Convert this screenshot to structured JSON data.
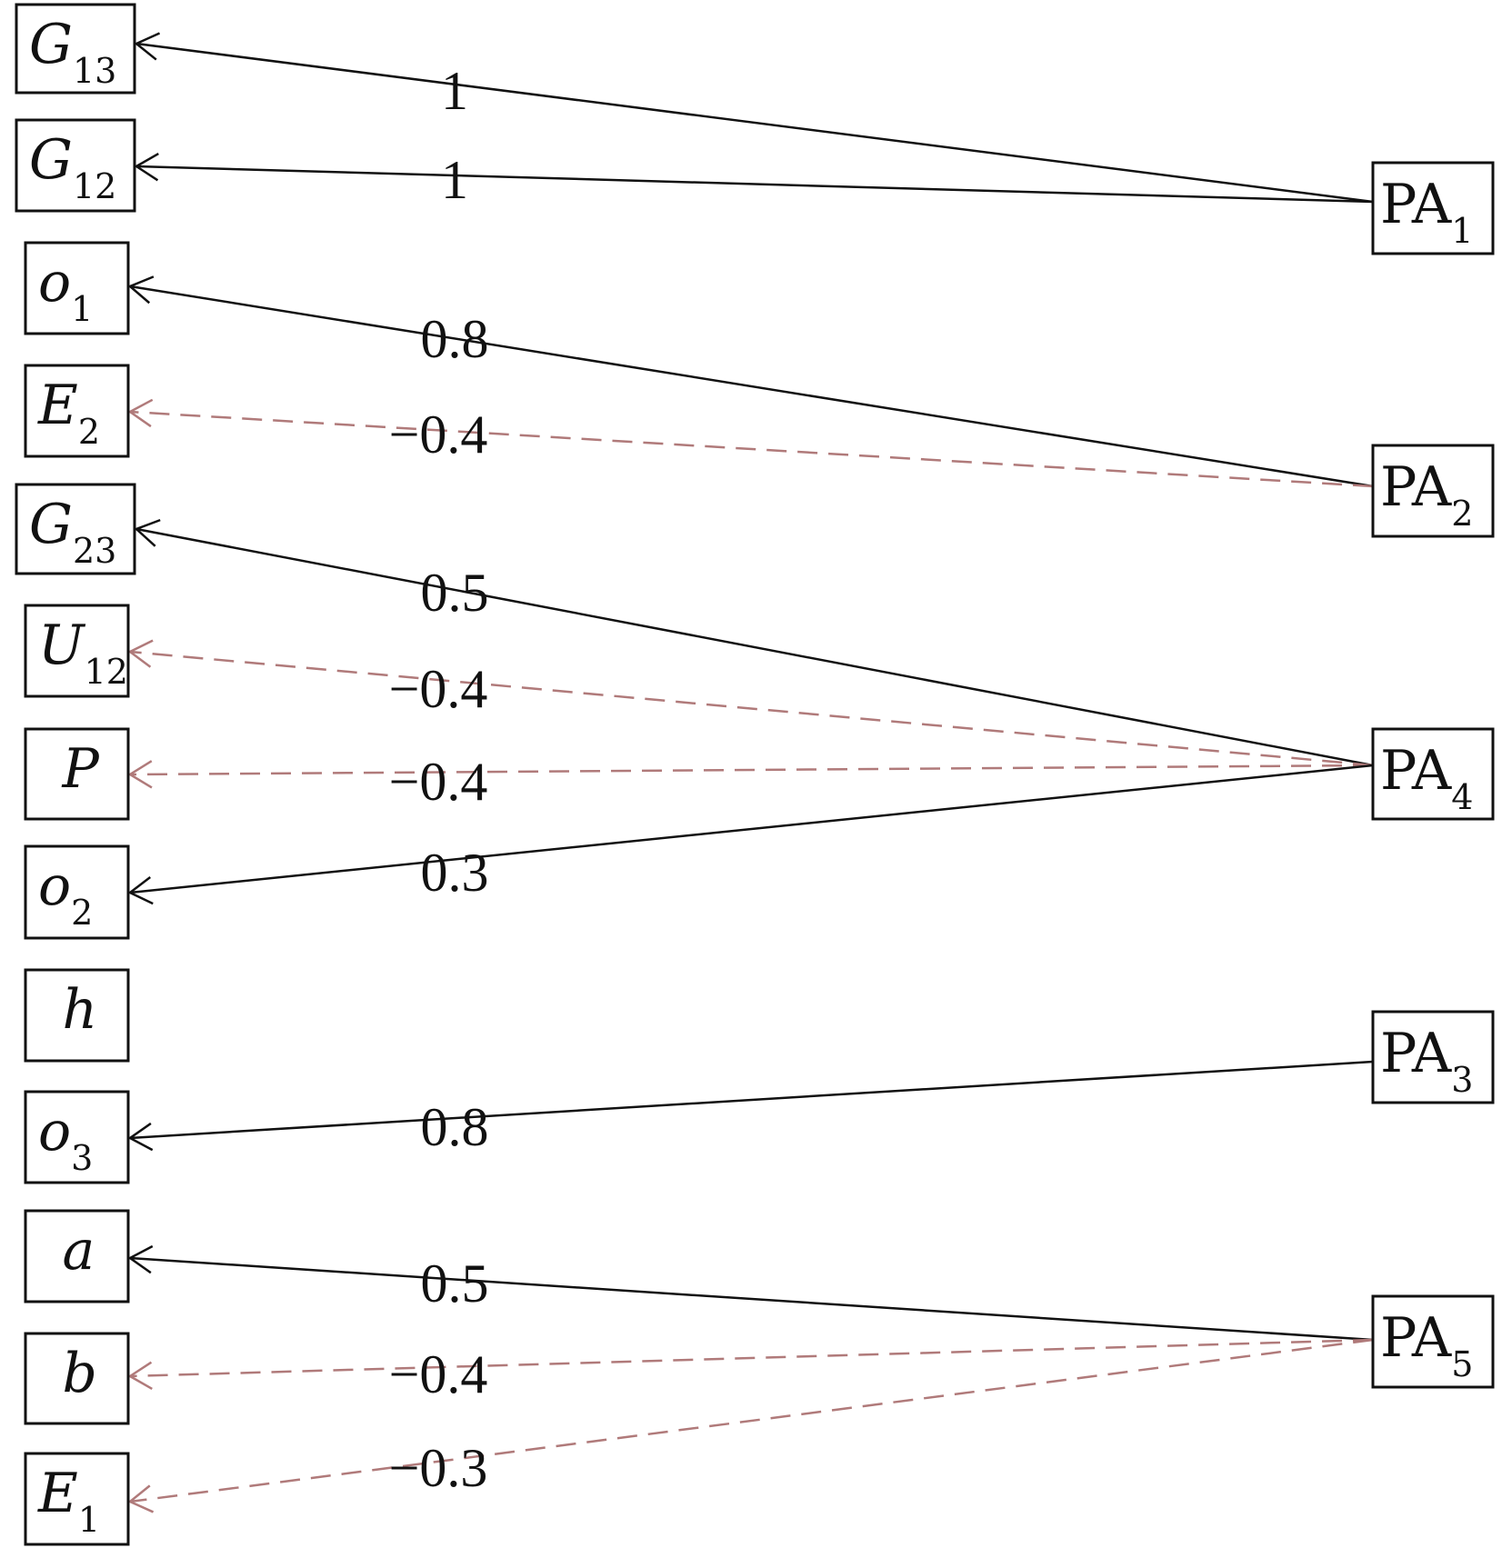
{
  "colors": {
    "positive_edge": "#111111",
    "negative_edge": "#b07a7a",
    "text": "#111111"
  },
  "left_nodes": [
    {
      "id": "G13",
      "main": "G",
      "sub": "13"
    },
    {
      "id": "G12",
      "main": "G",
      "sub": "12"
    },
    {
      "id": "o1",
      "main": "o",
      "sub": "1"
    },
    {
      "id": "E2",
      "main": "E",
      "sub": "2"
    },
    {
      "id": "G23",
      "main": "G",
      "sub": "23"
    },
    {
      "id": "U12",
      "main": "U",
      "sub": "12"
    },
    {
      "id": "P",
      "main": "P",
      "sub": ""
    },
    {
      "id": "o2",
      "main": "o",
      "sub": "2"
    },
    {
      "id": "h",
      "main": "h",
      "sub": ""
    },
    {
      "id": "o3",
      "main": "o",
      "sub": "3"
    },
    {
      "id": "a",
      "main": "a",
      "sub": ""
    },
    {
      "id": "b",
      "main": "b",
      "sub": ""
    },
    {
      "id": "E1",
      "main": "E",
      "sub": "1"
    }
  ],
  "right_nodes": [
    {
      "id": "PA1",
      "main": "PA",
      "sub": "1"
    },
    {
      "id": "PA2",
      "main": "PA",
      "sub": "2"
    },
    {
      "id": "PA4",
      "main": "PA",
      "sub": "4"
    },
    {
      "id": "PA3",
      "main": "PA",
      "sub": "3"
    },
    {
      "id": "PA5",
      "main": "PA",
      "sub": "5"
    }
  ],
  "edges": [
    {
      "from": "PA1",
      "to": "G13",
      "label": "1",
      "style": "solid"
    },
    {
      "from": "PA1",
      "to": "G12",
      "label": "1",
      "style": "solid"
    },
    {
      "from": "PA2",
      "to": "o1",
      "label": "0.8",
      "style": "solid"
    },
    {
      "from": "PA2",
      "to": "E2",
      "label": "−0.4",
      "style": "dashed"
    },
    {
      "from": "PA4",
      "to": "G23",
      "label": "0.5",
      "style": "solid"
    },
    {
      "from": "PA4",
      "to": "U12",
      "label": "−0.4",
      "style": "dashed"
    },
    {
      "from": "PA4",
      "to": "P",
      "label": "−0.4",
      "style": "dashed"
    },
    {
      "from": "PA4",
      "to": "o2",
      "label": "0.3",
      "style": "solid"
    },
    {
      "from": "PA3",
      "to": "o3",
      "label": "0.8",
      "style": "solid"
    },
    {
      "from": "PA5",
      "to": "a",
      "label": "0.5",
      "style": "solid"
    },
    {
      "from": "PA5",
      "to": "b",
      "label": "−0.4",
      "style": "dashed"
    },
    {
      "from": "PA5",
      "to": "E1",
      "label": "−0.3",
      "style": "dashed"
    }
  ]
}
